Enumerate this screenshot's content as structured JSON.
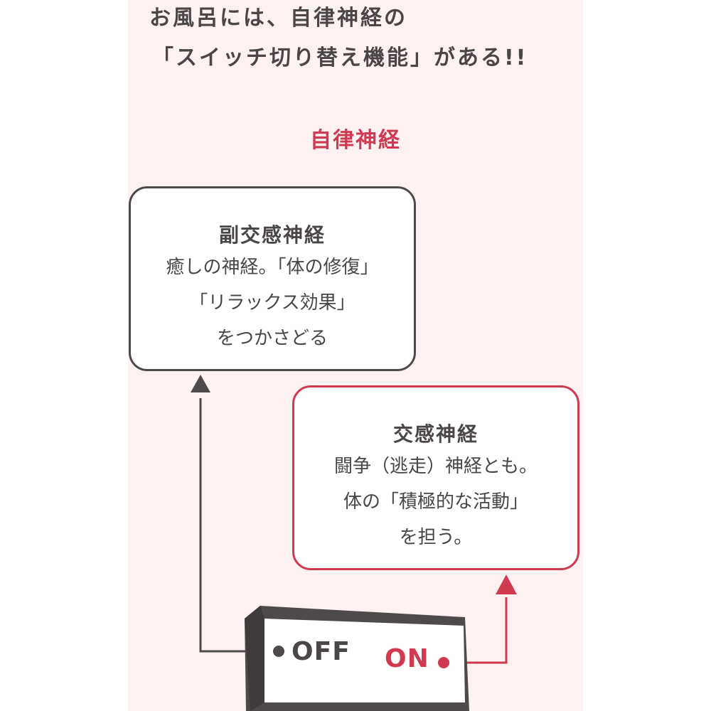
{
  "headline": {
    "line1": "お風呂には、自律神経の",
    "line2": "「スイッチ切り替え機能」がある!!"
  },
  "section_title": "自律神経",
  "parasympathetic": {
    "title": "副交感神経",
    "lines": [
      "癒しの神経。「体の修復」",
      "「リラックス効果」",
      "をつかさどる"
    ]
  },
  "sympathetic": {
    "title": "交感神経",
    "lines": [
      "闘争（逃走）神経とも。",
      "体の「積極的な活動」",
      "を担う。"
    ]
  },
  "switch": {
    "off_label": "OFF",
    "on_label": "ON"
  },
  "colors": {
    "accent_red": "#cf3a50",
    "dark_gray": "#4e4a4b",
    "panel_pink": "#fdf1f1"
  }
}
